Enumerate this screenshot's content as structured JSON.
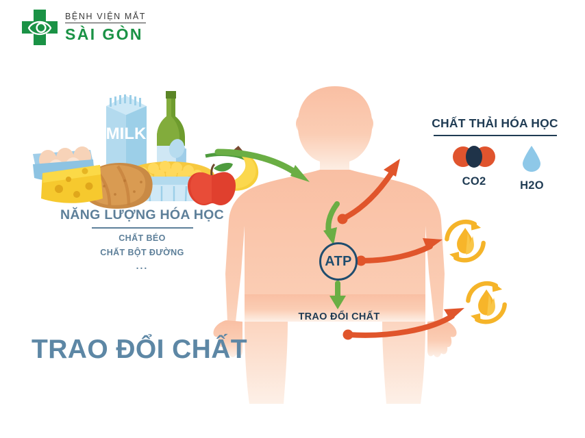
{
  "logo": {
    "line1": "BỆNH VIỆN MẮT",
    "line2": "SÀI GÒN",
    "icon": "eye-in-cross-icon",
    "color": "#1a9245"
  },
  "left_panel": {
    "heading": "NĂNG LƯỢNG HÓA HỌC",
    "items": [
      "CHẤT BÉO",
      "CHẤT BỘT ĐƯỜNG"
    ],
    "ellipsis": "...",
    "color": "#5d7f99",
    "illustration": {
      "name": "food-group-illustration",
      "foods": [
        "egg-carton",
        "milk-carton",
        "cheese-wedge",
        "bread-loaf",
        "green-bottle",
        "cereal-bowl",
        "spoon",
        "red-apple",
        "banana"
      ],
      "milk_label": "MILK"
    }
  },
  "right_panel": {
    "heading": "CHẤT THẢI HÓA HỌC",
    "color": "#1f3b53",
    "waste": [
      {
        "label": "CO2",
        "icon": "co2-molecule-icon"
      },
      {
        "label": "H2O",
        "icon": "water-droplet-icon"
      }
    ]
  },
  "center": {
    "body_icon": "human-body-silhouette",
    "body_color": "#f9c3a8",
    "atp_label": "ATP",
    "atp_color": "#1f4d6e",
    "metabolism_label": "TRAO ĐỔI CHẤT"
  },
  "energy_icons": [
    {
      "name": "flame-recycle-icon",
      "color": "#f5b429"
    },
    {
      "name": "flame-recycle-icon",
      "color": "#f5b429"
    }
  ],
  "arrows": {
    "intake": {
      "name": "green-intake-arrow",
      "color": "#6aae44"
    },
    "to_atp": {
      "name": "green-to-atp-arrow",
      "color": "#6aae44"
    },
    "to_metabolism": {
      "name": "green-to-metabolism-arrow",
      "color": "#6aae44"
    },
    "waste_out": {
      "name": "orange-waste-arrow",
      "color": "#e0552b"
    },
    "energy_out_upper": {
      "name": "orange-energy-arrow-upper",
      "color": "#e0552b"
    },
    "energy_out_lower": {
      "name": "orange-energy-arrow-lower",
      "color": "#e0552b"
    }
  },
  "footer_title": "TRAO ĐỔI CHẤT"
}
